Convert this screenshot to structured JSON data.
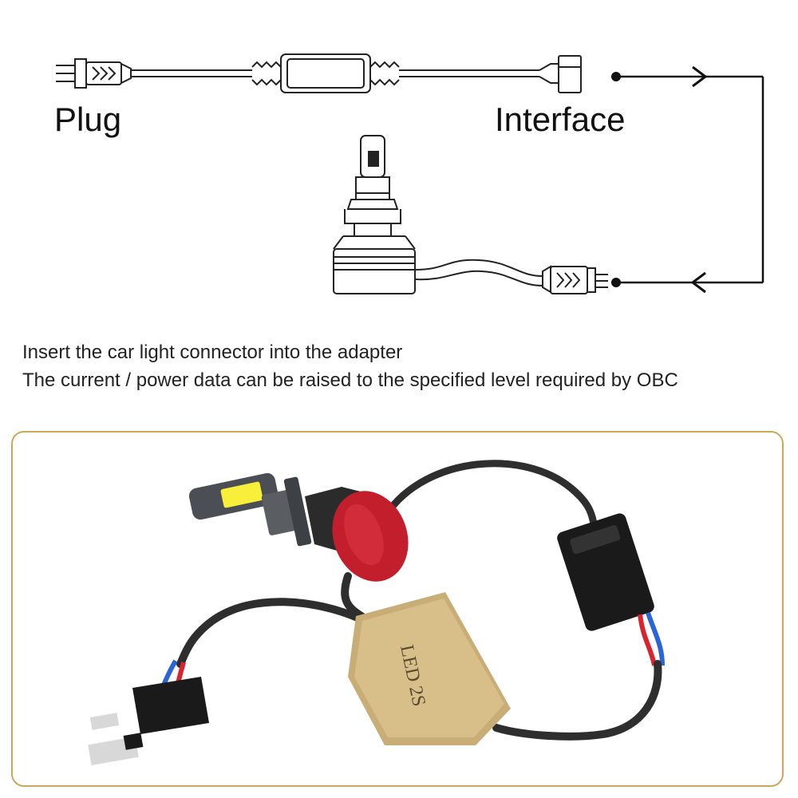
{
  "diagram": {
    "plug_label": "Plug",
    "interface_label": "Interface"
  },
  "caption": {
    "line1": "Insert the car light connector into the adapter",
    "line2": "The current / power data can be raised to the specified level required by OBC"
  },
  "photo": {
    "decoder_marking": "LED 2S",
    "colors": {
      "frame": "#c9a85c",
      "decoder": "#d8bf8a",
      "bulb_base": "#c21e2c",
      "cable": "#2e2e2e",
      "connector": "#1a1a1a",
      "wire_red": "#d9232f",
      "wire_blue": "#2a64d6",
      "chip": "#f7ef3a"
    }
  }
}
